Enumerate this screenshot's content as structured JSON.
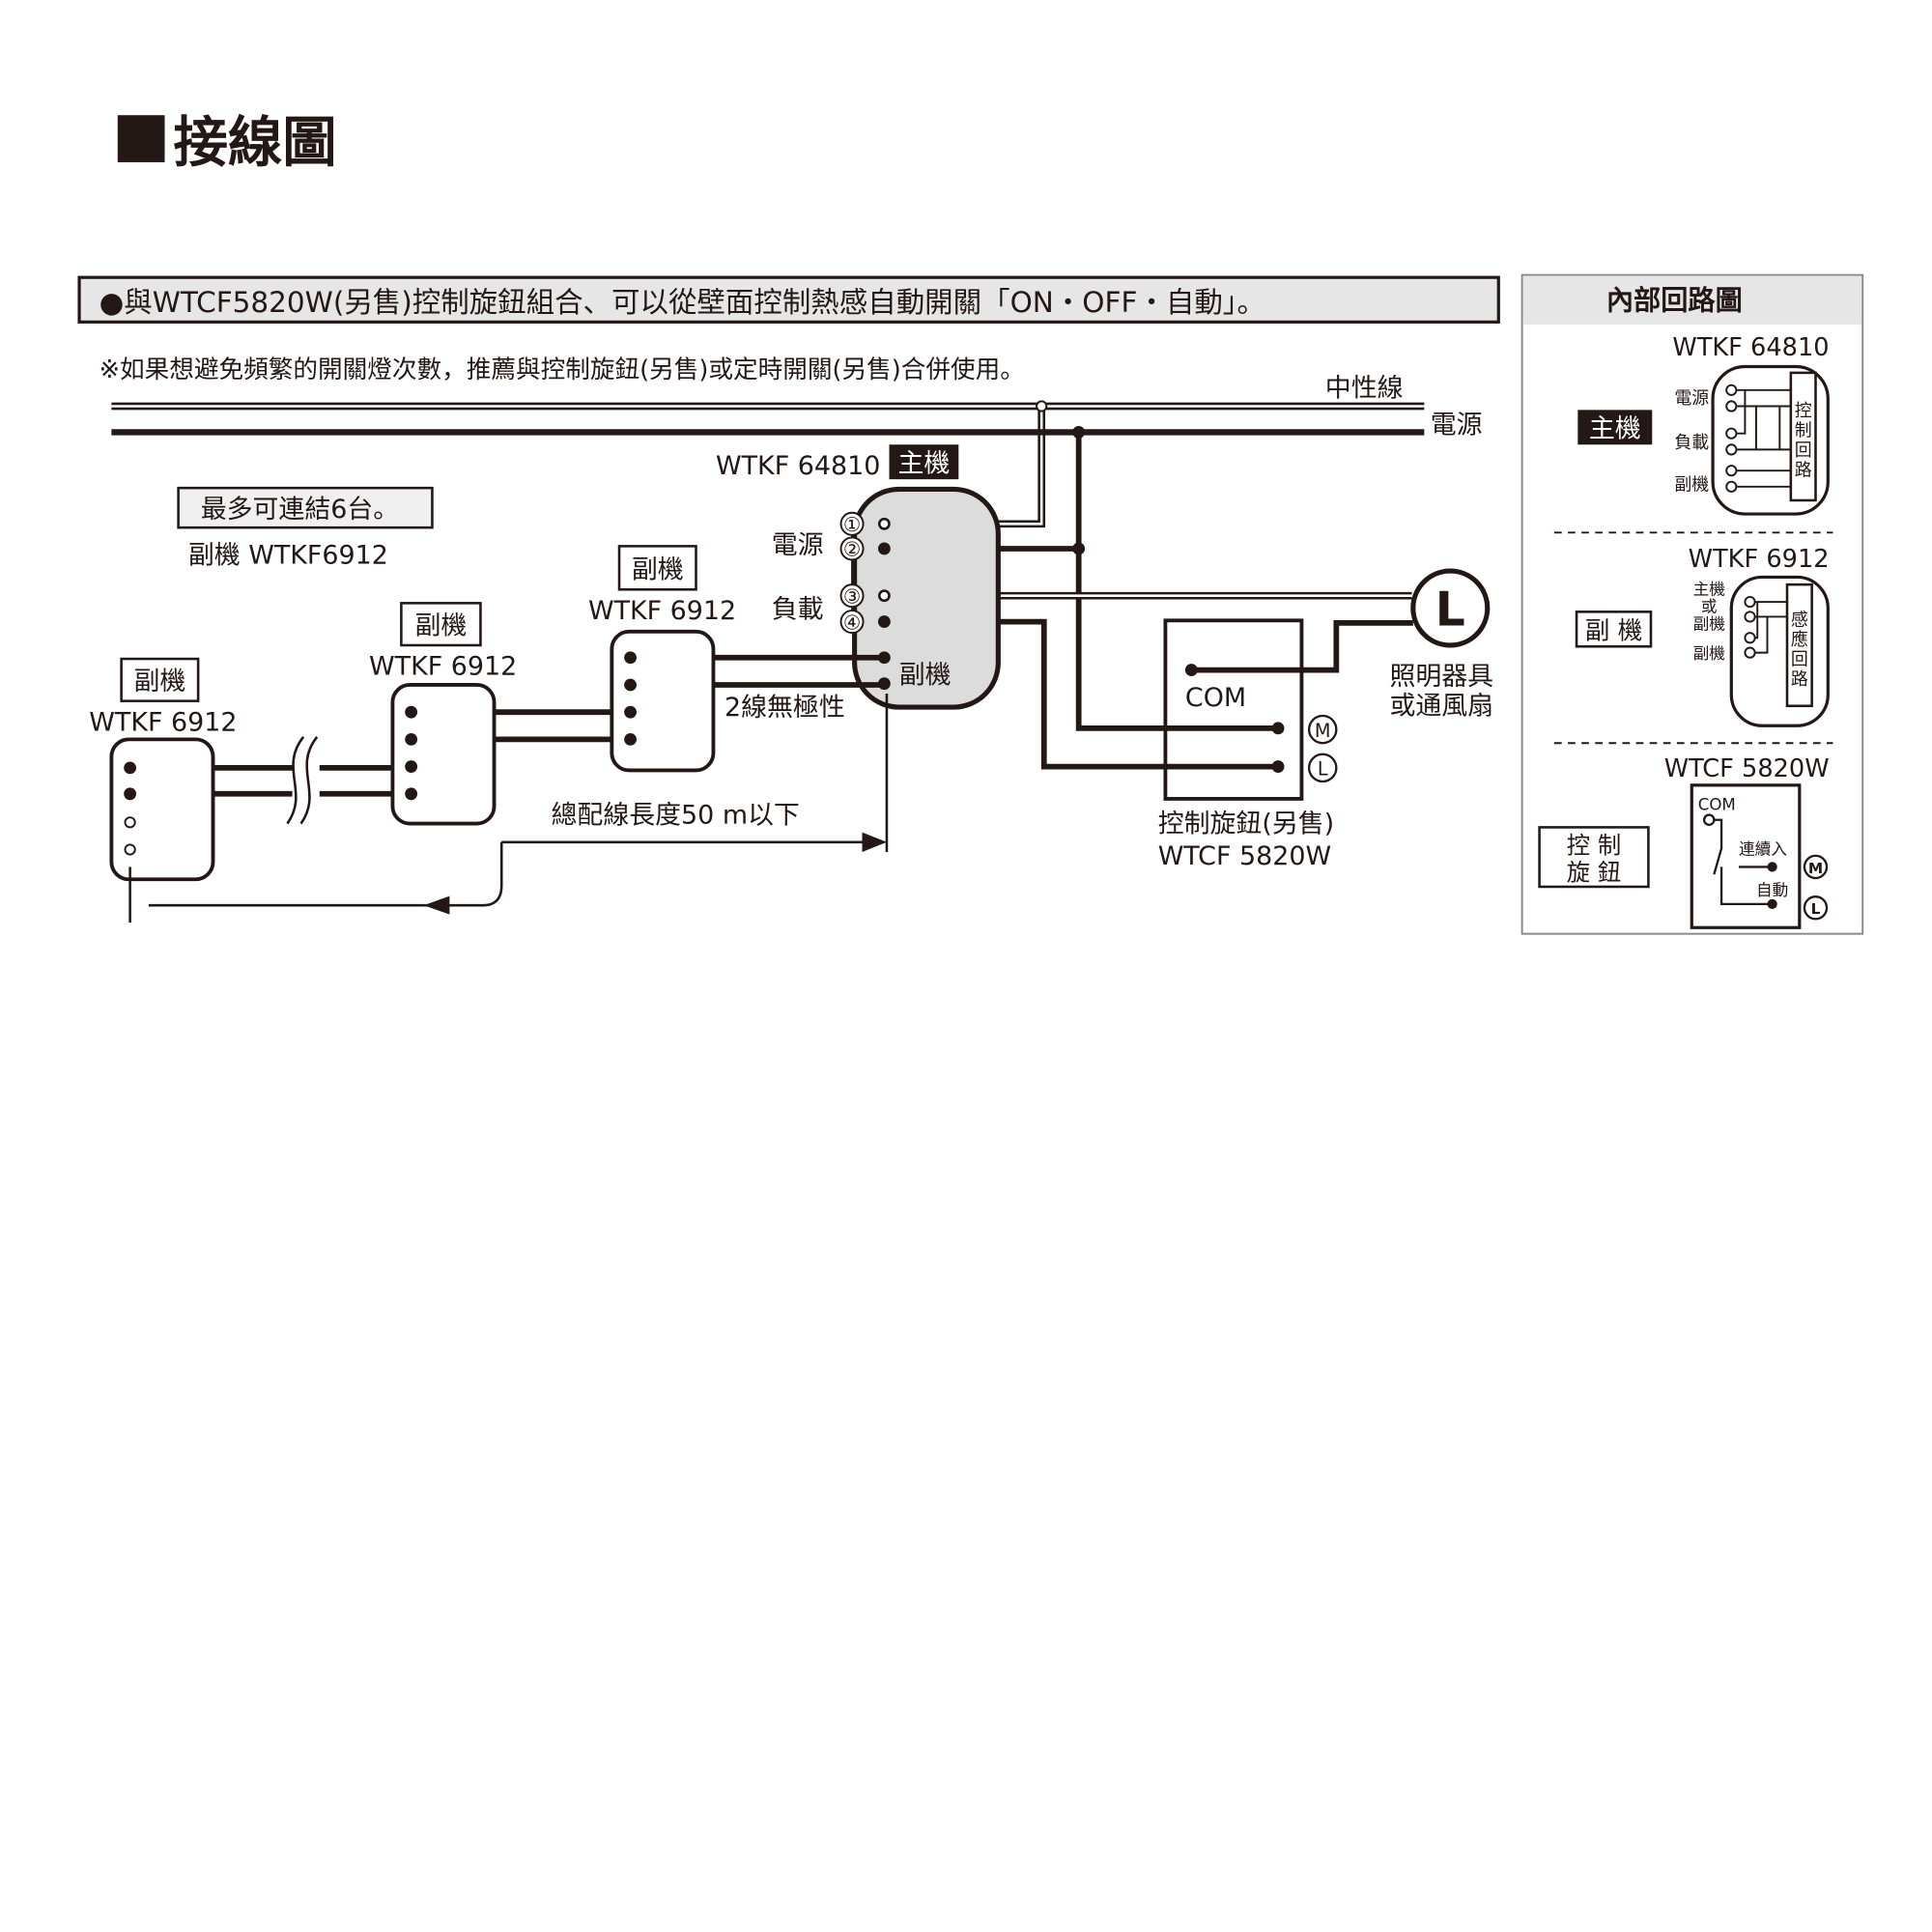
{
  "title": "■接線圖",
  "title_text": "接線圖",
  "banner": "●與WTCF5820W(另售)控制旋鈕組合、可以從壁面控制熱感自動開關「ON・OFF・自動」。",
  "note": "※如果想避免頻繁的開關燈次數，推薦與控制旋鈕(另售)或定時開關(另售)合併使用。",
  "lines": {
    "neutral": "中性線",
    "power": "電源"
  },
  "main_unit": {
    "model": "WTKF 64810",
    "badge": "主機",
    "terminals": [
      "①",
      "②",
      "③",
      "④"
    ],
    "power_label": "電源",
    "load_label": "負載",
    "sub_label": "副機"
  },
  "max_link": "最多可連結6台。",
  "sub_model_note": "副機  WTKF6912",
  "sub_units": [
    {
      "badge": "副機",
      "model": "WTKF 6912"
    },
    {
      "badge": "副機",
      "model": "WTKF 6912"
    },
    {
      "badge": "副機",
      "model": "WTKF 6912"
    }
  ],
  "two_wire": "2線無極性",
  "total_length": "總配線長度50 m以下",
  "control_knob": {
    "com": "COM",
    "m": "M",
    "l": "L",
    "label": "控制旋鈕(另售)",
    "model": "WTCF 5820W"
  },
  "load": {
    "symbol": "L",
    "label_line1": "照明器具",
    "label_line2": "或通風扇"
  },
  "internal": {
    "title": "內部回路圖",
    "main": {
      "model": "WTKF 64810",
      "badge": "主機",
      "labels": [
        "電源",
        "負載",
        "副機"
      ],
      "circuit": [
        "控",
        "制",
        "回",
        "路"
      ]
    },
    "sub": {
      "model": "WTKF 6912",
      "badge": "副 機",
      "labels": [
        "主機",
        "或",
        "副機",
        "副機"
      ],
      "circuit": [
        "感",
        "應",
        "回",
        "路"
      ]
    },
    "knob": {
      "model": "WTCF 5820W",
      "badge_line1": "控 制",
      "badge_line2": "旋 鈕",
      "com": "COM",
      "continuous": "連續入",
      "auto": "自動",
      "m": "M",
      "l": "L"
    }
  }
}
